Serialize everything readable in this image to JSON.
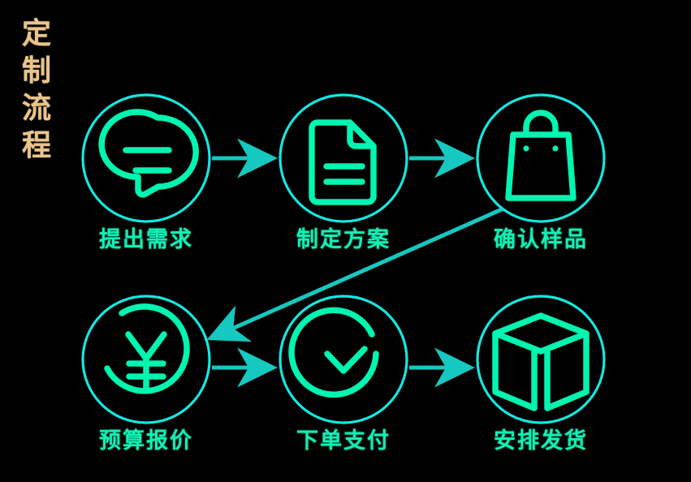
{
  "title": {
    "text": "定制流程",
    "chars": [
      "定",
      "制",
      "流",
      "程"
    ],
    "color": "#EAC489"
  },
  "theme": {
    "background": "#000000",
    "circle_color": "#14E8E0",
    "icon_color": "#00F5B0",
    "label_color": "#13F0B4",
    "arrow_color": "#15C8C0"
  },
  "steps": [
    {
      "index": 1,
      "label": "提出需求",
      "icon": "speech-bubble-icon",
      "row": 1,
      "col": 1
    },
    {
      "index": 2,
      "label": "制定方案",
      "icon": "document-icon",
      "row": 1,
      "col": 2
    },
    {
      "index": 3,
      "label": "确认样品",
      "icon": "shopping-bag-icon",
      "row": 1,
      "col": 3
    },
    {
      "index": 4,
      "label": "预算报价",
      "icon": "yen-coin-icon",
      "row": 2,
      "col": 1
    },
    {
      "index": 5,
      "label": "下单支付",
      "icon": "check-circle-icon",
      "row": 2,
      "col": 2
    },
    {
      "index": 6,
      "label": "安排发货",
      "icon": "cube-box-icon",
      "row": 2,
      "col": 3
    }
  ],
  "connectors": [
    {
      "name": "arrow-step1-to-step2",
      "from": "提出需求",
      "to": "制定方案",
      "direction": "right"
    },
    {
      "name": "arrow-step2-to-step3",
      "from": "制定方案",
      "to": "确认样品",
      "direction": "right"
    },
    {
      "name": "arrow-step3-to-step4",
      "from": "确认样品",
      "to": "预算报价",
      "direction": "diagonal-down-left"
    },
    {
      "name": "arrow-step4-to-step5",
      "from": "预算报价",
      "to": "下单支付",
      "direction": "right"
    },
    {
      "name": "arrow-step5-to-step6",
      "from": "下单支付",
      "to": "安排发货",
      "direction": "right"
    }
  ]
}
